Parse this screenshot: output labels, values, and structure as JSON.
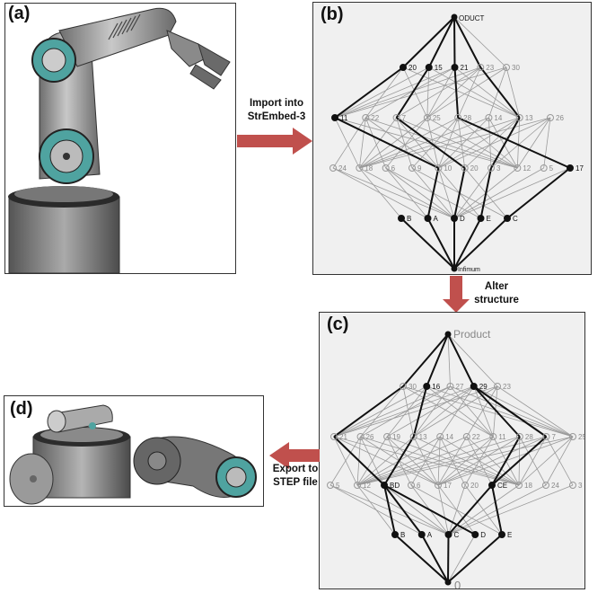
{
  "panels": {
    "a": {
      "label": "(a)"
    },
    "b": {
      "label": "(b)",
      "top_node": "ODUCT",
      "bottom_node": "Infimum",
      "row1": [
        "20",
        "15",
        "21",
        "23",
        "30"
      ],
      "row2": [
        "11",
        "22",
        "7",
        "25",
        "28",
        "14",
        "13",
        "26"
      ],
      "row3": [
        "24",
        "18",
        "6",
        "9",
        "10",
        "20",
        "3",
        "12",
        "5",
        "17"
      ],
      "parts": [
        "B",
        "A",
        "D",
        "E",
        "C"
      ]
    },
    "c": {
      "label": "(c)",
      "top_node": "Product",
      "bottom_node": "0",
      "row1": [
        "30",
        "16",
        "27",
        "29",
        "23"
      ],
      "row2": [
        "21",
        "26",
        "19",
        "13",
        "14",
        "22",
        "11",
        "28",
        "7",
        "25"
      ],
      "row3": [
        "5",
        "12",
        "BD",
        "6",
        "17",
        "20",
        "CE",
        "18",
        "24",
        "3"
      ],
      "parts": [
        "B",
        "A",
        "C",
        "D",
        "E"
      ]
    },
    "d": {
      "label": "(d)"
    }
  },
  "steps": {
    "import_line1": "Import into",
    "import_line2": "StrEmbed-3",
    "alter_line1": "Alter",
    "alter_line2": "structure",
    "export_line1": "Export to",
    "export_line2": "STEP file"
  },
  "colors": {
    "arrow": "#c0504d",
    "panel_bg": "#f0f0f0",
    "teal": "#4fa3a0",
    "metal": "#9a9a9a"
  }
}
